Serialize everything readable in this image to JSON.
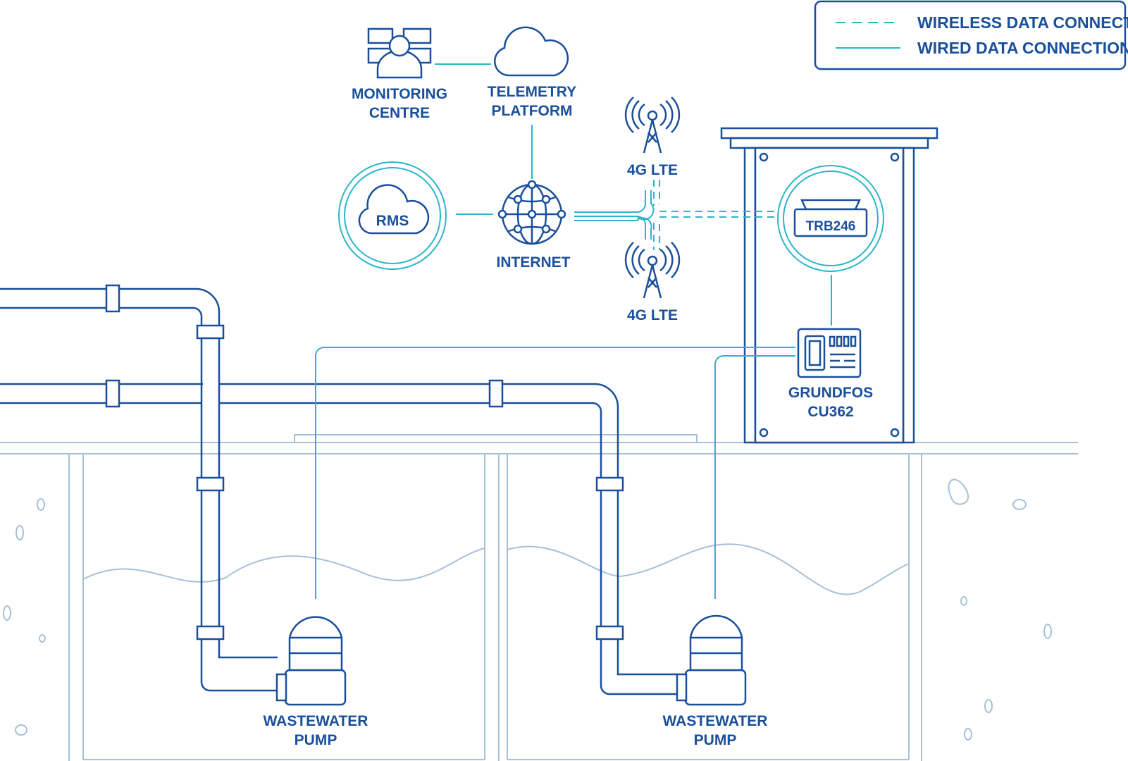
{
  "legend": {
    "wireless_label": "WIRELESS DATA CONNECTION",
    "wired_label": "WIRED DATA CONNECTION"
  },
  "nodes": {
    "monitoring_centre": [
      "MONITORING",
      "CENTRE"
    ],
    "telemetry_platform": [
      "TELEMETRY",
      "PLATFORM"
    ],
    "rms": "RMS",
    "internet": "INTERNET",
    "lte_top": "4G LTE",
    "lte_bottom": "4G LTE",
    "trb246": "TRB246",
    "grundfos": [
      "GRUNDFOS",
      "CU362"
    ],
    "pump_left": [
      "WASTEWATER",
      "PUMP"
    ],
    "pump_right": [
      "WASTEWATER",
      "PUMP"
    ]
  },
  "colors": {
    "device": "#1a4f9c",
    "connection": "#2cb5c9",
    "ground": "#a7c0d8"
  }
}
